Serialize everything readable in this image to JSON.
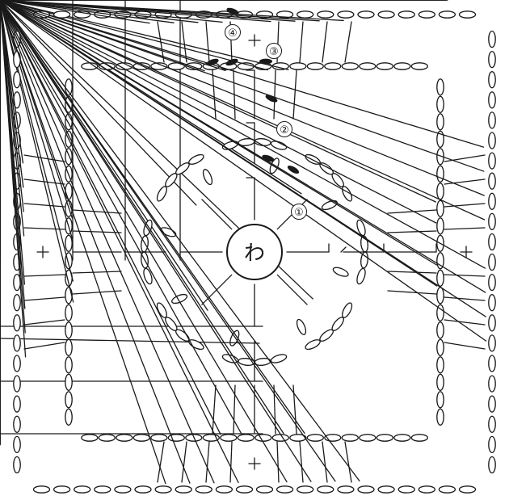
{
  "diagram": {
    "center_ring": {
      "label": "わ"
    },
    "round_markers": [
      {
        "round": 1,
        "label": "①"
      },
      {
        "round": 2,
        "label": "②"
      },
      {
        "round": 3,
        "label": "③"
      },
      {
        "round": 4,
        "label": "④"
      }
    ],
    "colors": {
      "ink": "#1a1a1a",
      "background": "#ffffff"
    }
  }
}
